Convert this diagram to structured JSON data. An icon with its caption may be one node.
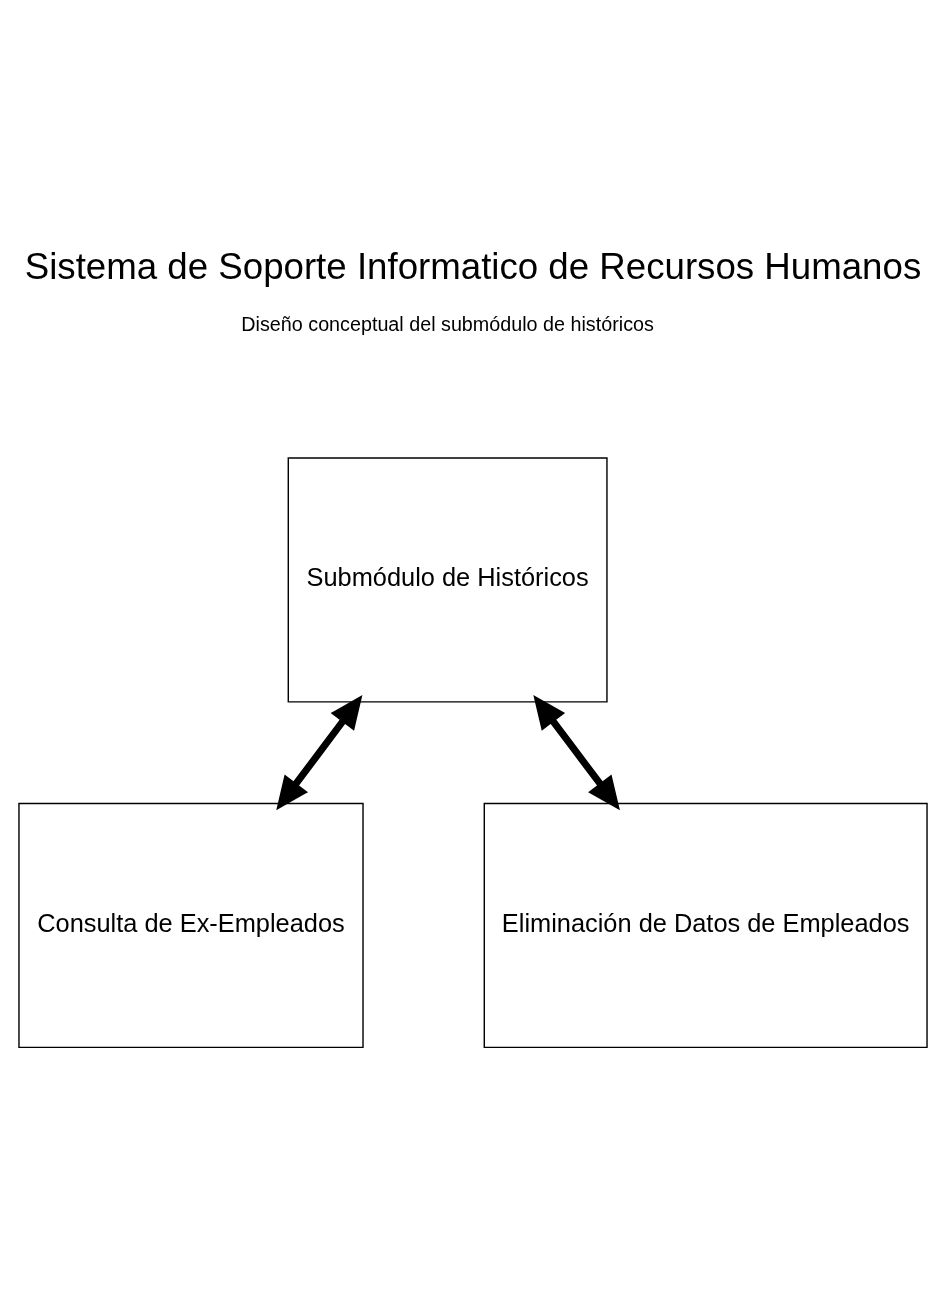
{
  "diagram": {
    "title": "Sistema de Soporte Informatico de Recursos Humanos",
    "nodes": [
      {
        "text": [
          "Submódulo de Históricos"
        ]
      },
      {
        "text": [
          "Consulta de Ex-Empleados"
        ]
      },
      {
        "text": [
          "Eliminación de Datos de Empleados"
        ]
      }
    ],
    "edges": [
      {
        "from": 0,
        "to": 1,
        "arrow": "both"
      },
      {
        "from": 0,
        "to": 2,
        "arrow": "both"
      }
    ],
    "labels": [
      "Diseño conceptual del submódulo de históricos"
    ]
  }
}
